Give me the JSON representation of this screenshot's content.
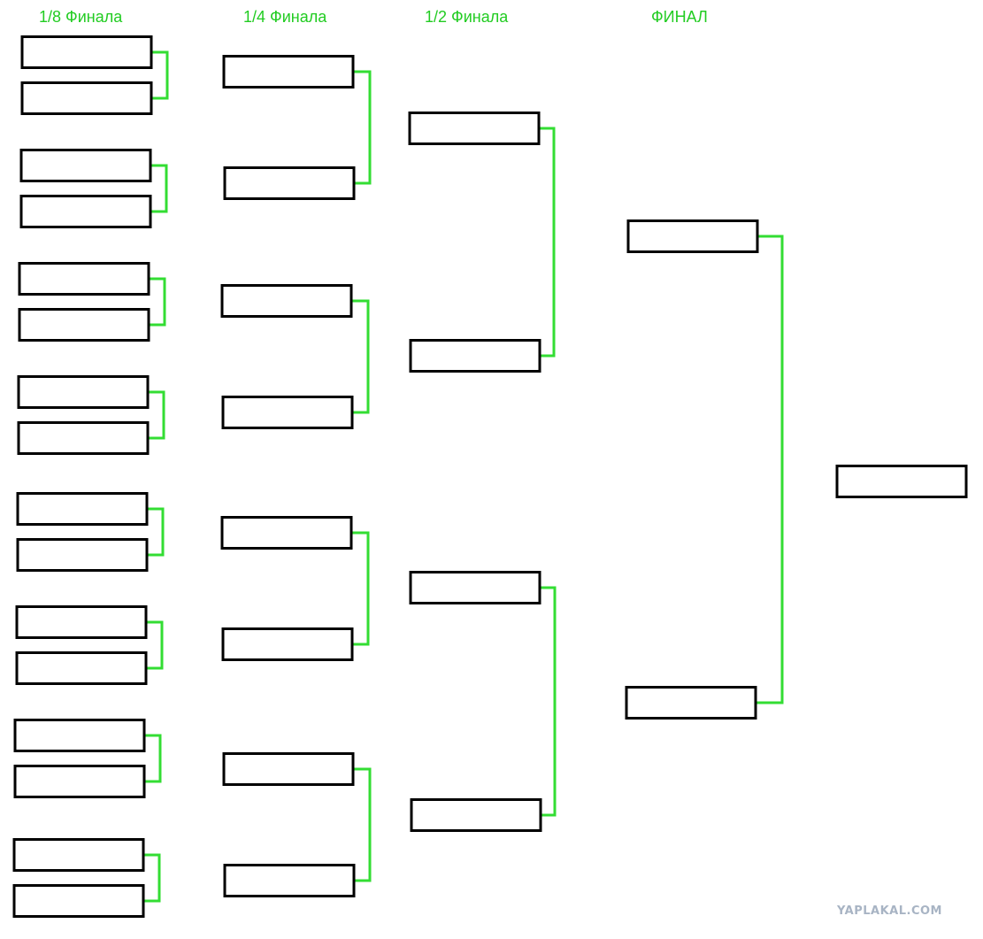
{
  "rounds": {
    "r16": {
      "label": "1/8 Финала",
      "slots": 16
    },
    "qf": {
      "label": "1/4 Финала",
      "slots": 8
    },
    "sf": {
      "label": "1/2 Финала",
      "slots": 4
    },
    "final": {
      "label": "ФИНАЛ",
      "slots": 2
    },
    "winner": {
      "slots": 1
    }
  },
  "colors": {
    "connector": "#33dd33",
    "slot_border": "#000000",
    "title": "#22cc22",
    "watermark": "#a8b4c4"
  },
  "watermark": "YAPLAKAL.COM"
}
